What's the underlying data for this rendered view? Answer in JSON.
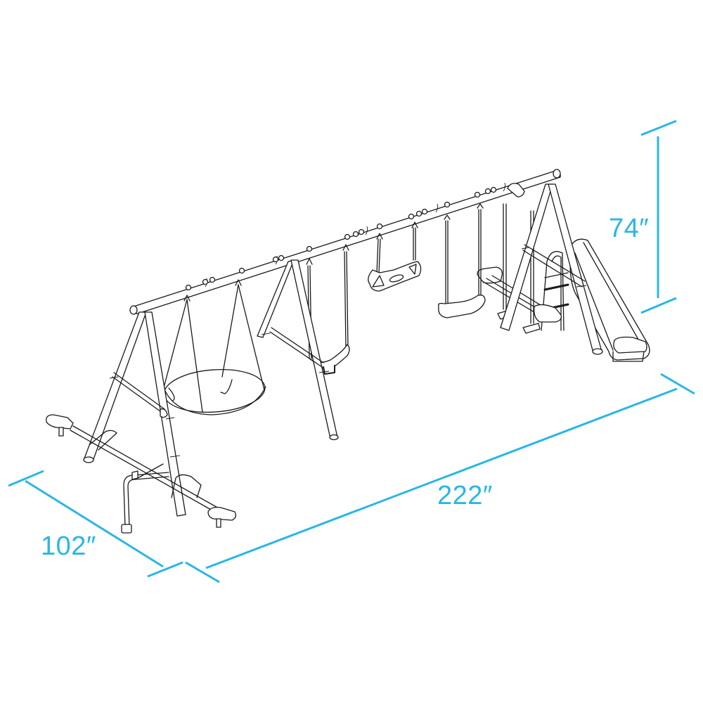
{
  "diagram": {
    "subject": "swing set with saucer swing, belt swing, trapeze bar, flat swing, glider, slide and seesaw",
    "line_color": "#1a1a1a",
    "dimension_color": "#29b6e6",
    "background": "#ffffff"
  },
  "dimensions": {
    "height": {
      "label": "74″",
      "value": 74,
      "unit": "in"
    },
    "length": {
      "label": "222″",
      "value": 222,
      "unit": "in"
    },
    "depth": {
      "label": "102″",
      "value": 102,
      "unit": "in"
    }
  },
  "components": [
    {
      "name": "top-beam"
    },
    {
      "name": "a-frame-left"
    },
    {
      "name": "a-frame-middle"
    },
    {
      "name": "a-frame-right"
    },
    {
      "name": "saucer-swing"
    },
    {
      "name": "belt-swing"
    },
    {
      "name": "trapeze-bar"
    },
    {
      "name": "flat-swing"
    },
    {
      "name": "glider"
    },
    {
      "name": "slide"
    },
    {
      "name": "seesaw"
    }
  ]
}
